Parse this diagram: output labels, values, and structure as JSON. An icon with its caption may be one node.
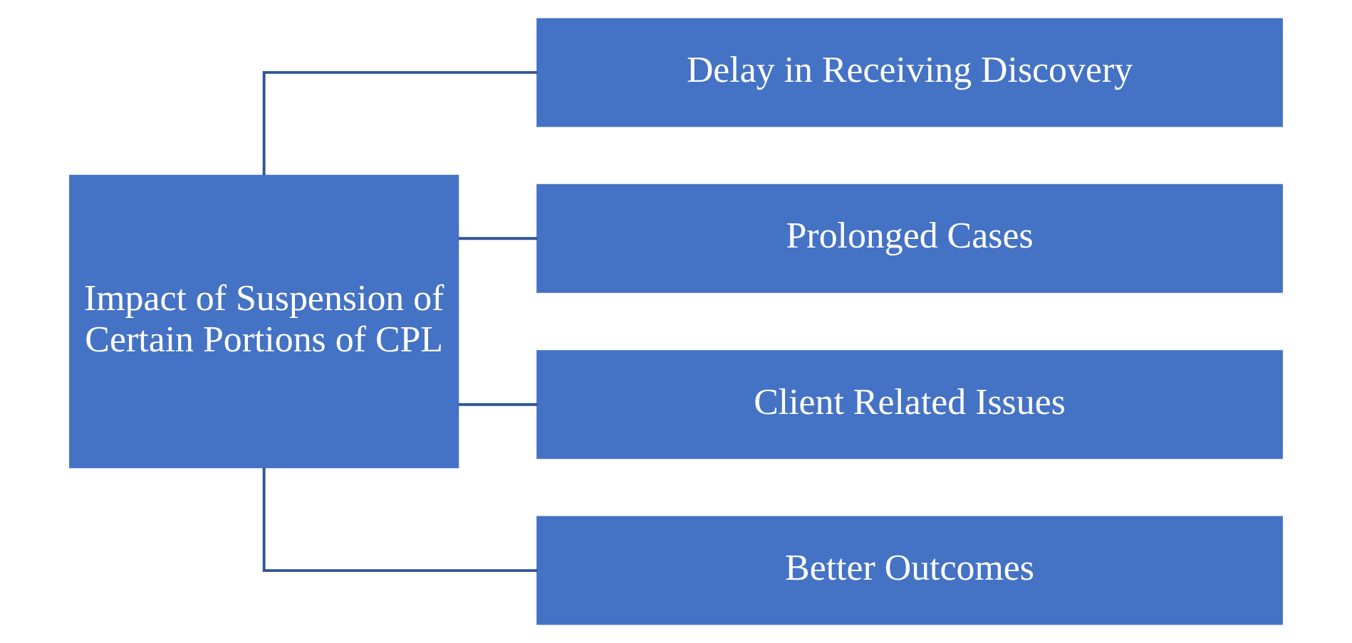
{
  "diagram": {
    "nodes": [
      {
        "text": [
          "Impact of Suspension of Certain Portions of CPL"
        ]
      },
      {
        "text": [
          "Delay in Receiving Discovery"
        ]
      },
      {
        "text": [
          "Prolonged Cases"
        ]
      },
      {
        "text": [
          "Client Related Issues"
        ]
      },
      {
        "text": [
          "Better Outcomes"
        ]
      }
    ],
    "edges": [
      {
        "from": 0,
        "to": 1,
        "arrow": "none"
      },
      {
        "from": 0,
        "to": 2,
        "arrow": "none"
      },
      {
        "from": 0,
        "to": 3,
        "arrow": "none"
      },
      {
        "from": 0,
        "to": 4,
        "arrow": "none"
      }
    ]
  }
}
